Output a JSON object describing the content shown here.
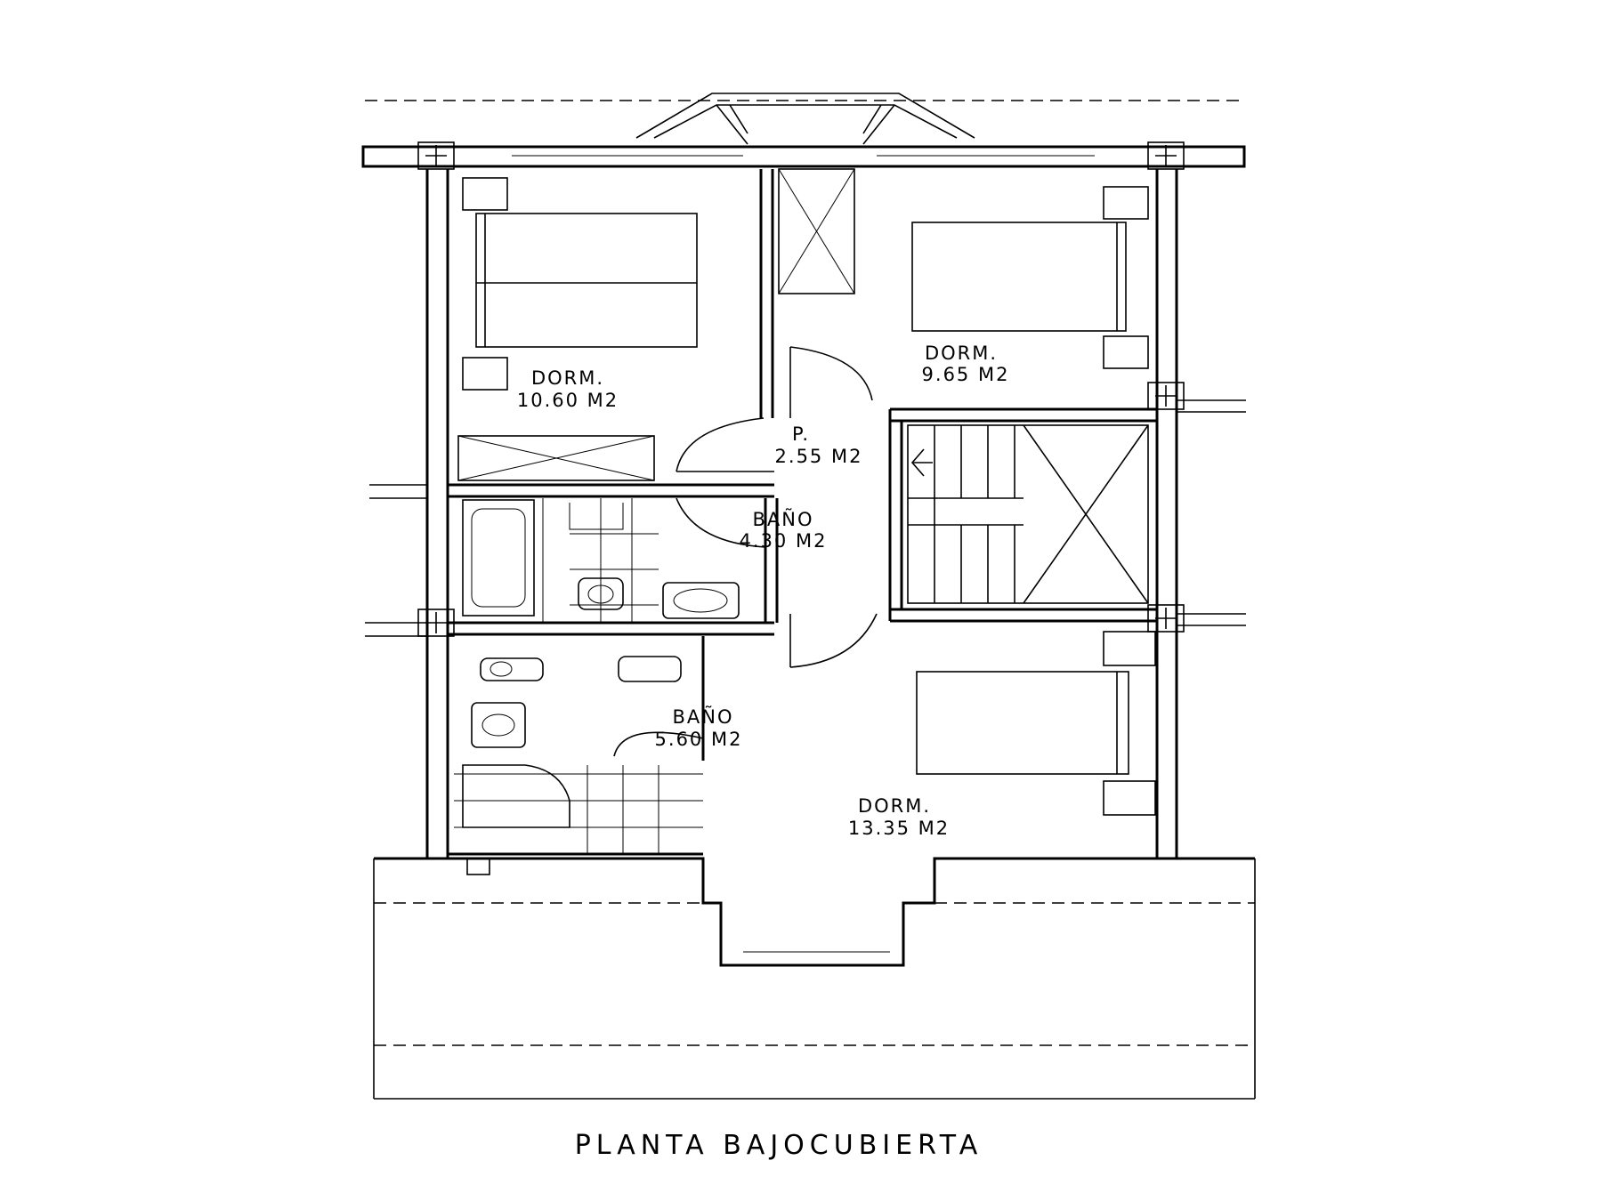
{
  "plan_title": "PLANTA BAJOCUBIERTA",
  "rooms": {
    "dorm_1": {
      "name": "DORM.",
      "area": "10.60  M2"
    },
    "dorm_2": {
      "name": "DORM.",
      "area": "9.65  M2"
    },
    "pasillo": {
      "name": "P.",
      "area": "2.55  M2"
    },
    "bano_1": {
      "name": "BAÑO",
      "area": "4.30  M2"
    },
    "bano_2": {
      "name": "BAÑO",
      "area": "5.60  M2"
    },
    "dorm_3": {
      "name": "DORM.",
      "area": "13.35  M2"
    }
  }
}
